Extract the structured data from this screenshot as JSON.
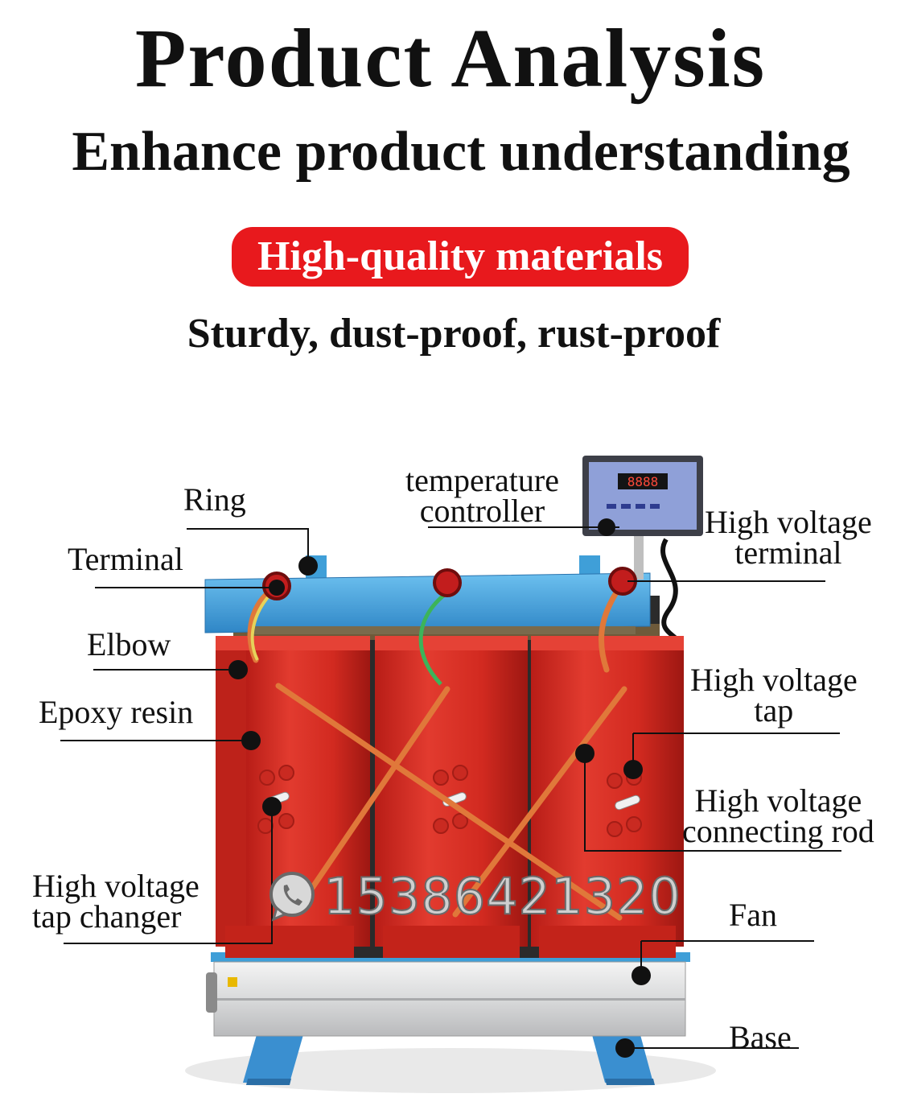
{
  "header": {
    "title": "Product Analysis",
    "subtitle": "Enhance product understanding",
    "badge": "High-quality materials",
    "tagline": "Sturdy, dust-proof, rust-proof"
  },
  "labels": {
    "ring": "Ring",
    "terminal": "Terminal",
    "elbow": "Elbow",
    "epoxy_resin": "Epoxy resin",
    "hv_tap_changer_line1": "High voltage",
    "hv_tap_changer_line2": "tap changer",
    "temp_controller_line1": "temperature",
    "temp_controller_line2": "controller",
    "hv_terminal_line1": "High voltage",
    "hv_terminal_line2": "terminal",
    "hv_tap_line1": "High voltage",
    "hv_tap_line2": "tap",
    "hv_rod_line1": "High voltage",
    "hv_rod_line2": "connecting rod",
    "fan": "Fan",
    "base": "Base"
  },
  "controller_display": "8888",
  "watermark": {
    "phone": "15386421320",
    "icon": "whatsapp-icon"
  },
  "colors": {
    "badge": "#e8191d",
    "coil": "#d62a22",
    "frame": "#3f9fd8",
    "base": "#3a8fd0"
  }
}
